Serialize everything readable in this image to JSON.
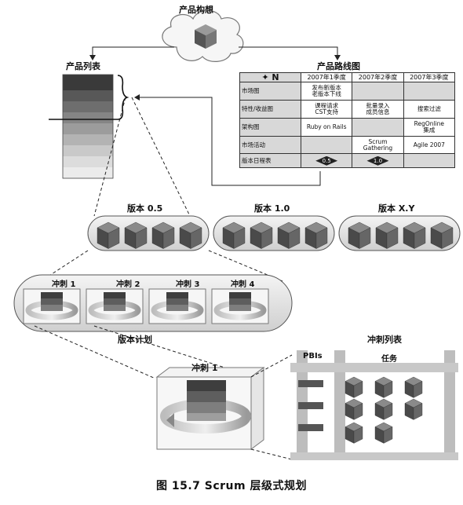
{
  "top_concept": "产品构想",
  "product_backlog": "产品列表",
  "roadmap": {
    "title": "产品路线图",
    "compass_letter": "N",
    "columns": [
      "2007年1季度",
      "2007年2季度",
      "2007年3季度"
    ],
    "rows": [
      {
        "label": "市场图",
        "cells": [
          "发布新版本\n老版本下线",
          "",
          ""
        ]
      },
      {
        "label": "特性/收益图",
        "cells": [
          "课程请求\nCST支持",
          "批量录入\n成员信息",
          "搜索过滤"
        ]
      },
      {
        "label": "架构图",
        "cells": [
          "Ruby on Rails",
          "",
          "RegOnline\n集成"
        ]
      },
      {
        "label": "市场活动",
        "cells": [
          "",
          "Scrum Gathering",
          "Agile 2007"
        ]
      },
      {
        "label": "版本日程表",
        "cells": [
          "0.5",
          "1.0",
          ""
        ]
      }
    ]
  },
  "releases": [
    "版本 0.5",
    "版本 1.0",
    "版本 X.Y"
  ],
  "sprints": [
    "冲刺 1",
    "冲刺 2",
    "冲刺 3",
    "冲刺 4"
  ],
  "release_plan": "版本计划",
  "sprint_detail": "冲刺 1",
  "sprint_backlog": {
    "title": "冲刺列表",
    "pbis": "PBIs",
    "tasks": "任务"
  },
  "caption": "图 15.7   Scrum 层级式规划",
  "colors": {
    "cube_dark": "#4a4a4a",
    "cube_mid": "#8a8a8a",
    "cube_light": "#c8c8c8"
  }
}
